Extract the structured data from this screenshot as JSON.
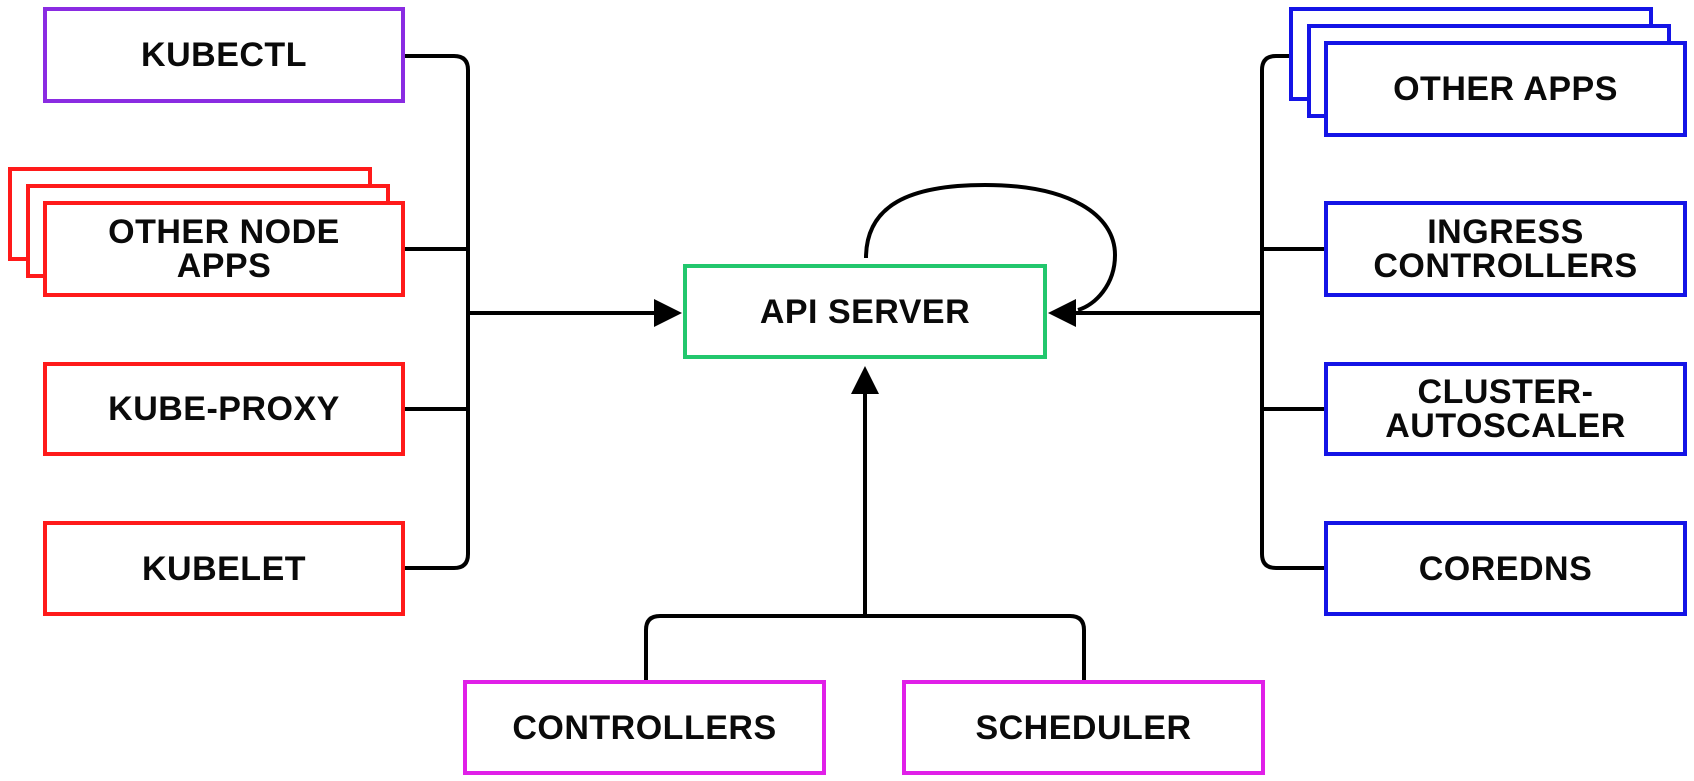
{
  "nodes": {
    "kubectl": "KUBECTL",
    "other_node_apps": "OTHER NODE\nAPPS",
    "kube_proxy": "KUBE-PROXY",
    "kubelet": "KUBELET",
    "api_server": "API SERVER",
    "other_apps": "OTHER APPS",
    "ingress_controllers": "INGRESS\nCONTROLLERS",
    "cluster_autoscaler": "CLUSTER-\nAUTOSCALER",
    "coredns": "COREDNS",
    "controllers": "CONTROLLERS",
    "scheduler": "SCHEDULER"
  },
  "colors": {
    "kubectl": "#8a2be2",
    "node_components": "#ff1a1a",
    "api_server": "#22c76d",
    "cluster_apps": "#1414e6",
    "control_plane": "#e020e8",
    "wire": "#000000"
  }
}
